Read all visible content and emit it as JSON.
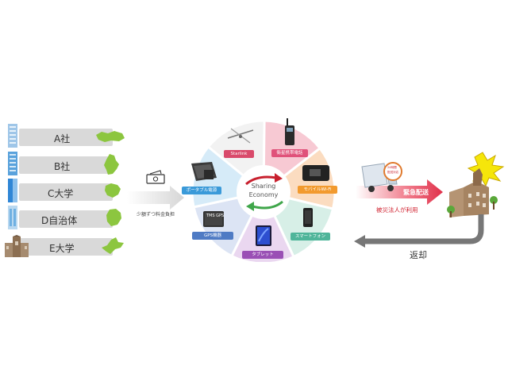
{
  "organizations": [
    {
      "label": "A社",
      "icon": "office-building-icon"
    },
    {
      "label": "B社",
      "icon": "office-building-icon"
    },
    {
      "label": "C大学",
      "icon": "office-building-icon"
    },
    {
      "label": "D自治体",
      "icon": "office-building-icon"
    },
    {
      "label": "E大学",
      "icon": "university-building-icon"
    }
  ],
  "fee": {
    "label": "少額ずつ料金負担",
    "icon": "money-icon"
  },
  "wheel": {
    "center_line1": "Sharing",
    "center_line2": "Economy",
    "items": [
      {
        "label": "Starlink",
        "color": "#d94a6b"
      },
      {
        "label": "衛星携帯電話",
        "color": "#e0527a"
      },
      {
        "label": "モバイルWi-Fi",
        "color": "#f29a2e"
      },
      {
        "label": "スマートフォン",
        "color": "#4fb59a"
      },
      {
        "label": "タブレット",
        "color": "#9a4fb5"
      },
      {
        "label": "GPS機器",
        "color": "#4f7bc4"
      },
      {
        "label": "ポータブル電源",
        "color": "#3a9ad9"
      }
    ],
    "gps_device_text": "TMS GPS"
  },
  "delivery": {
    "label": "緊急配送",
    "user_label": "被災法人が利用",
    "badge_line1": "24時間",
    "badge_line2": "配送対応"
  },
  "return": {
    "label": "返却"
  },
  "colors": {
    "accent_red": "#e0304a",
    "green_map": "#8cc63f",
    "bar_gray": "#d9d9d9"
  }
}
